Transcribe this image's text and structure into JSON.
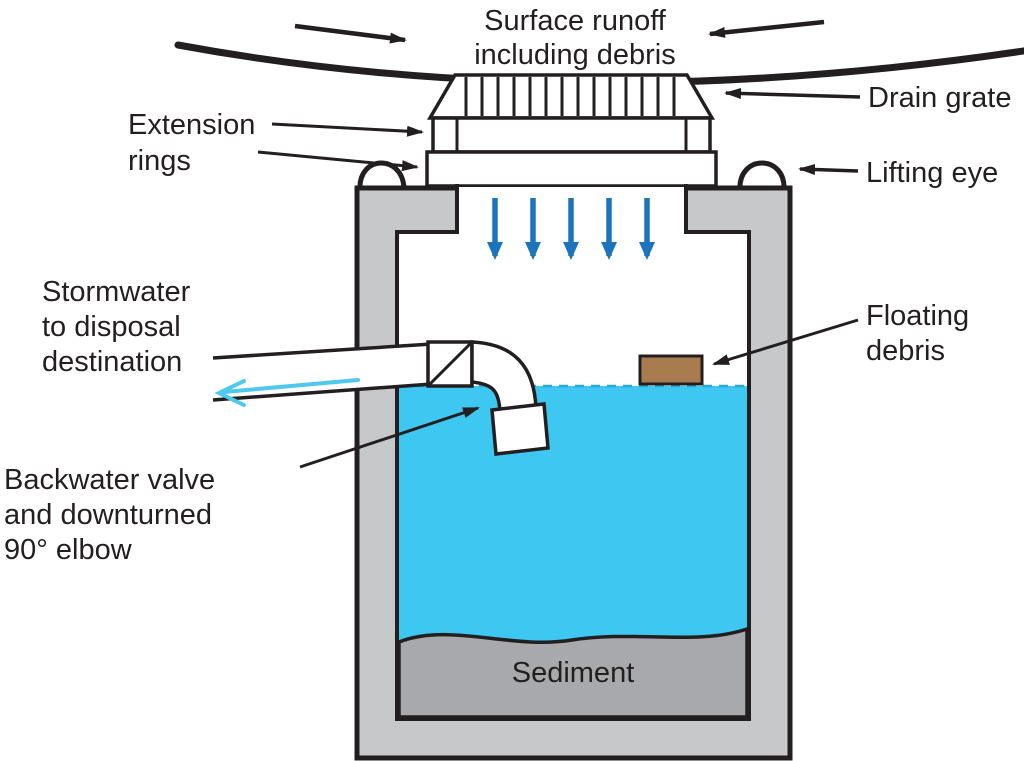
{
  "figure": {
    "description": "Cross-section diagram of a stormwater sump with drain grate, extension rings, backwater valve and sediment trap"
  },
  "labels": {
    "surface_runoff_line1": "Surface runoff",
    "surface_runoff_line2": "including debris",
    "drain_grate": "Drain grate",
    "extension_line1": "Extension",
    "extension_line2": "rings",
    "lifting_eye": "Lifting eye",
    "stormwater_line1": "Stormwater",
    "stormwater_line2": "to disposal",
    "stormwater_line3": "destination",
    "floating_line1": "Floating",
    "floating_line2": "debris",
    "backwater_line1": "Backwater valve",
    "backwater_line2": "and downturned",
    "backwater_line3": "90° elbow",
    "sediment": "Sediment"
  },
  "colors": {
    "outline": "#231F20",
    "concrete": "#C7C8CA",
    "water": "#3EC7F0",
    "water_surface_dash": "#2BA8D4",
    "sediment": "#A7A9AC",
    "debris_brown": "#A97C50",
    "inflow_arrow_blue": "#1C75BC",
    "outflow_arrow_cyan": "#4FC8EE"
  }
}
